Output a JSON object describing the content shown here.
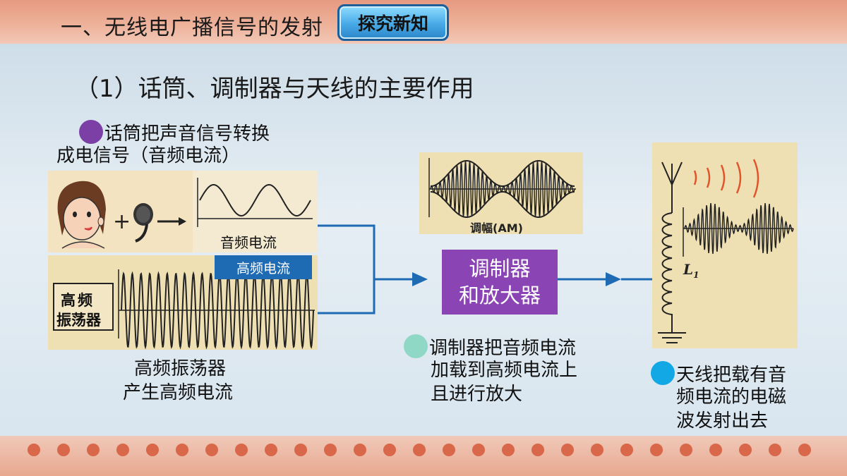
{
  "header": {
    "title": "一、无线电广播信号的发射",
    "badge": "探究新知"
  },
  "section": {
    "heading": "（1）话筒、调制器与天线的主要作用"
  },
  "microphone_note": {
    "line1": "话筒把声音信号转换",
    "line2": "成电信号（音频电流）",
    "bullet_color": "#7b3fa6"
  },
  "audio_panel": {
    "label": "音频电流"
  },
  "oscillator_panel": {
    "box_line1": "高频",
    "box_line2": "振荡器",
    "label": "高频电流"
  },
  "oscillator_caption": {
    "line1": "高频振荡器",
    "line2": "产生高频电流"
  },
  "am_panel": {
    "label": "调幅(AM)"
  },
  "modulator": {
    "line1": "调制器",
    "line2": "和放大器",
    "color": "#8a44b3"
  },
  "modulator_note": {
    "line1": "调制器把音频电流",
    "line2": "加载到高频电流上",
    "line3": "且进行放大",
    "bullet_color": "#8fd8c6"
  },
  "antenna_panel": {
    "coil_label": "L",
    "coil_subscript": "1"
  },
  "antenna_note": {
    "line1": "天线把载有音",
    "line2": "频电流的电磁",
    "line3": "波发射出去",
    "bullet_color": "#12a8e6"
  },
  "colors": {
    "arrow": "#1f6bb3",
    "wave": "#222222",
    "panel_bg": "#efe0b4",
    "blue_label": "#1f6bb3"
  }
}
